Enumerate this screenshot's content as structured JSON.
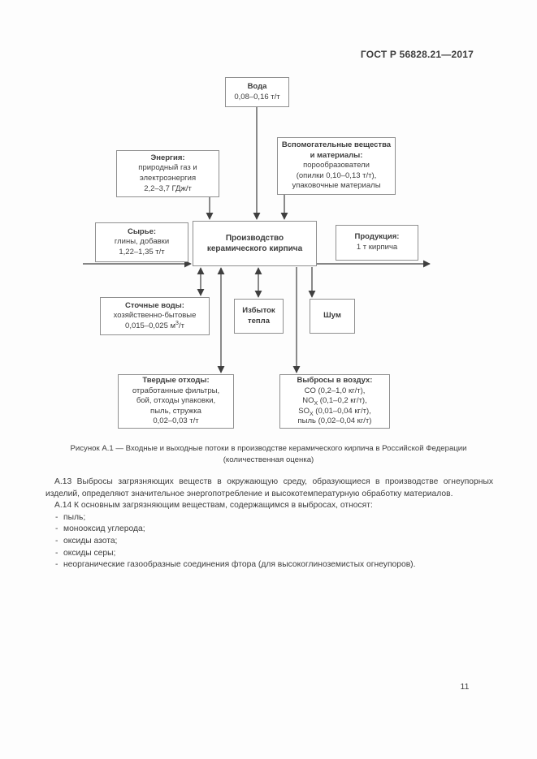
{
  "page": {
    "header": "ГОСТ Р 56828.21—2017",
    "page_number": "11"
  },
  "diagram": {
    "water": {
      "title": "Вода",
      "value": "0,08–0,16 т/т"
    },
    "energy": {
      "title": "Энергия:",
      "line1": "природный газ и",
      "line2": "электроэнергия",
      "line3": "2,2–3,7 ГДж/т"
    },
    "auxiliary": {
      "title": "Вспомогательные вещества и материалы:",
      "line1": "порообразователи",
      "line2": "(опилки 0,10–0,13 т/т),",
      "line3": "упаковочные материалы"
    },
    "raw": {
      "title": "Сырье:",
      "line1": "глины, добавки",
      "line2": "1,22–1,35 т/т"
    },
    "production": {
      "title": "Производство керамического кирпича"
    },
    "product": {
      "title": "Продукция:",
      "line1": "1 т кирпича"
    },
    "wastewater": {
      "title": "Сточные воды:",
      "line1": "хозяйственно-бытовые",
      "value_pre": "0,015–0,025 м",
      "value_sup": "3",
      "value_post": "/т"
    },
    "heat": {
      "title": "Избыток тепла"
    },
    "noise": {
      "title": "Шум"
    },
    "solid_waste": {
      "title": "Твердые отходы:",
      "line1": "отработанные фильтры,",
      "line2": "бой, отходы упаковки,",
      "line3": "пыль, стружка",
      "line4": "0,02–0,03 т/т"
    },
    "air_emissions": {
      "title": "Выбросы в воздух:",
      "line1": "CO (0,2–1,0 кг/т),",
      "no_pre": "NO",
      "no_sub": "X",
      "no_post": " (0,1–0,2 кг/т),",
      "so_pre": "SO",
      "so_sub": "X",
      "so_post": " (0,01–0,04 кг/т),",
      "line4": "пыль (0,02–0,04 кг/т)"
    },
    "caption_line1": "Рисунок А.1 — Входные и выходные потоки в производстве керамического кирпича в Российской Федерации",
    "caption_line2": "(количественная оценка)"
  },
  "body": {
    "para_a13": "А.13 Выбросы загрязняющих веществ в окружающую среду, образующиеся в производстве огнеупорных изделий, определяют значительное энергопотребление и высокотемпературную обработку материалов.",
    "para_a14": "А.14 К основным загрязняющим веществам, содержащимся в выбросах, относят:",
    "bullet_marker": "-",
    "bullets": [
      "пыль;",
      "монооксид углерода;",
      "оксиды азота;",
      "оксиды серы;",
      "неорганические газообразные соединения фтора (для высокоглиноземистых огнеупоров)."
    ]
  },
  "colors": {
    "text": "#3c3c3c",
    "box_border": "#8f8f8f",
    "arrow": "#3f3f3f"
  }
}
